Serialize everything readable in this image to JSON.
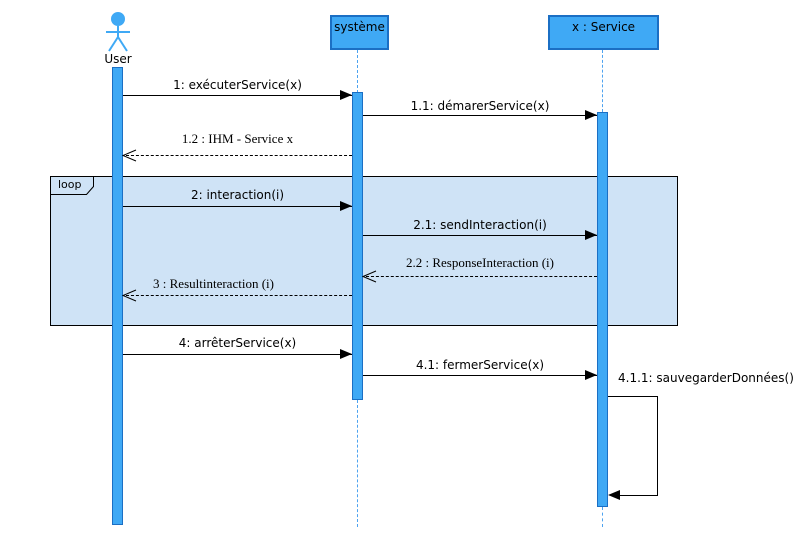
{
  "actor": {
    "label": "User"
  },
  "participants": {
    "system": {
      "label": "système"
    },
    "service": {
      "label": "x : Service"
    }
  },
  "fragment": {
    "operator": "loop"
  },
  "messages": {
    "m1": {
      "label": "1: exécuterService(x)",
      "kind": "sync"
    },
    "m1_1": {
      "label": "1.1: démarerService(x)",
      "kind": "sync"
    },
    "m1_2": {
      "label": "1.2 : IHM - Service x",
      "kind": "return"
    },
    "m2": {
      "label": "2: interaction(i)",
      "kind": "sync"
    },
    "m2_1": {
      "label": "2.1: sendInteraction(i)",
      "kind": "sync"
    },
    "m2_2": {
      "label": "2.2 : ResponseInteraction (i)",
      "kind": "return"
    },
    "m3": {
      "label": "3 : Resultinteraction (i)",
      "kind": "return"
    },
    "m4": {
      "label": "4: arrêterService(x)",
      "kind": "sync"
    },
    "m4_1": {
      "label": "4.1: fermerService(x)",
      "kind": "sync"
    },
    "m4_1_1": {
      "label": "4.1.1: sauvegarderDonnées()",
      "kind": "self"
    }
  },
  "colors": {
    "element_fill": "#3FA9F5",
    "element_border": "#1B6FC4",
    "fragment_fill": "#CFE3F6",
    "fragment_border": "#000000",
    "lifeline": "#4DA3F0",
    "message_line": "#000000",
    "background": "#FFFFFF"
  }
}
